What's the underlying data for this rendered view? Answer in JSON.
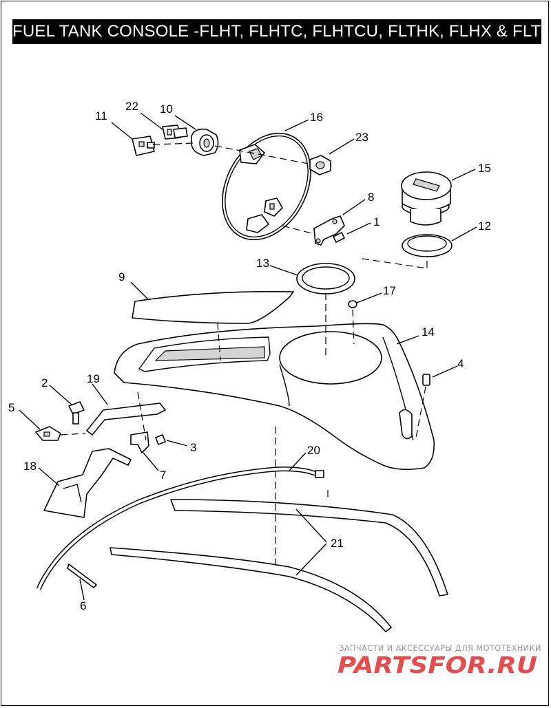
{
  "title": "FUEL TANK CONSOLE -FLHT, FLHTC, FLHTCU, FLTHK, FLHX & FLTRX",
  "callouts": {
    "c1": "1",
    "c2": "2",
    "c3": "3",
    "c4": "4",
    "c5": "5",
    "c6": "6",
    "c7": "7",
    "c8": "8",
    "c9": "9",
    "c10": "10",
    "c11": "11",
    "c12": "12",
    "c13": "13",
    "c14": "14",
    "c15": "15",
    "c16": "16",
    "c17": "17",
    "c18": "18",
    "c19": "19",
    "c20": "20",
    "c21": "21",
    "c22": "22",
    "c23": "23"
  },
  "watermark": {
    "tagline": "ЗАПЧАСТИ И АКСЕССУАРЫ ДЛЯ МОТОТЕХНИКИ",
    "logo": "PARTSFOR.RU"
  },
  "colors": {
    "line": "#000000",
    "shade": "#cfcfcf",
    "watermark_logo": "#e23a3a",
    "watermark_text": "#9a9a9a"
  }
}
